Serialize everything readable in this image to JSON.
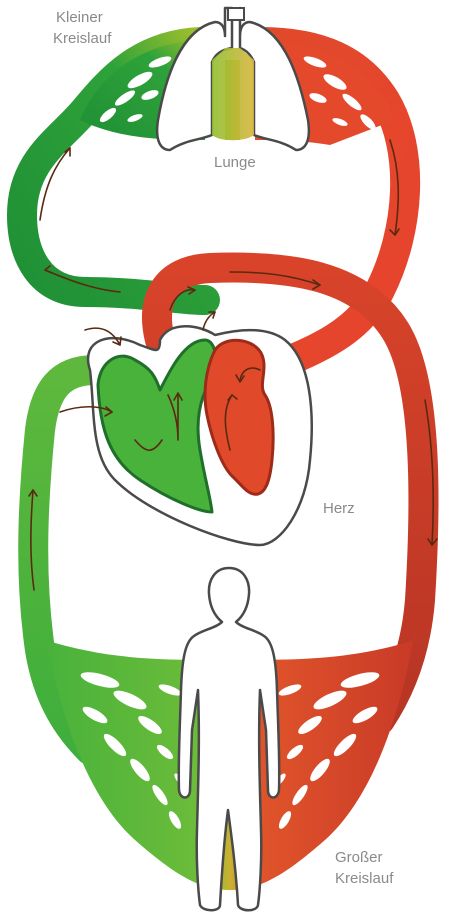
{
  "labels": {
    "small_circulation_line1": "Kleiner",
    "small_circulation_line2": "Kreislauf",
    "lung": "Lunge",
    "heart": "Herz",
    "large_circulation_line1": "Großer",
    "large_circulation_line2": "Kreislauf"
  },
  "colors": {
    "oxygen_poor": "#2e9e3a",
    "oxygen_rich": "#e0432a",
    "transition": "#c8b52f",
    "outline": "#4a4a4a",
    "arrow": "#5a2a10"
  },
  "icons": [
    "lungs-icon",
    "heart-icon",
    "human-figure-icon",
    "flow-arrow-icon"
  ]
}
